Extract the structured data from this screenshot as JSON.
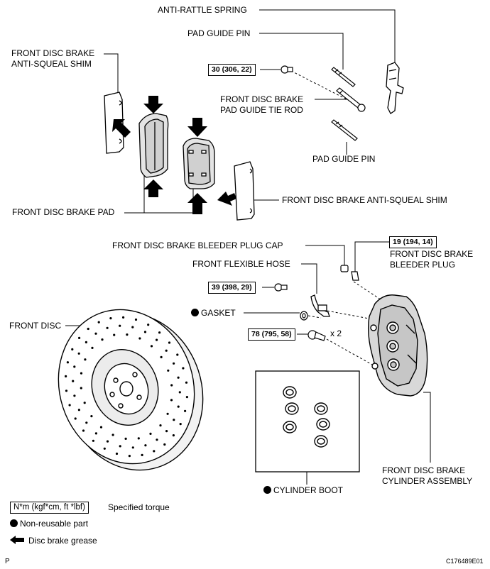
{
  "labels": {
    "anti_rattle_spring": "ANTI-RATTLE SPRING",
    "pad_guide_pin_top": "PAD GUIDE PIN",
    "anti_squeal_shim_left": "FRONT DISC BRAKE\nANTI-SQUEAL SHIM",
    "pad_guide_tie_rod": "FRONT DISC BRAKE\nPAD GUIDE TIE ROD",
    "pad_guide_pin_bottom": "PAD GUIDE PIN",
    "brake_pad": "FRONT DISC BRAKE PAD",
    "anti_squeal_shim_right": "FRONT DISC BRAKE ANTI-SQUEAL SHIM",
    "bleeder_plug_cap": "FRONT DISC BRAKE BLEEDER PLUG CAP",
    "bleeder_plug": "FRONT DISC BRAKE\nBLEEDER PLUG",
    "flexible_hose": "FRONT FLEXIBLE HOSE",
    "gasket": "GASKET",
    "front_disc": "FRONT DISC",
    "cylinder_boot": "CYLINDER BOOT",
    "cylinder_assembly": "FRONT DISC BRAKE\nCYLINDER ASSEMBLY",
    "quantity": "x 2"
  },
  "torques": {
    "tie_rod": "30 (306, 22)",
    "bleeder_plug": "19 (194, 14)",
    "flexible_hose": "39 (398, 29)",
    "cylinder_bolt": "78 (795, 58)"
  },
  "legend": {
    "torque_box": "N*m (kgf*cm, ft *lbf)",
    "torque_text": "Specified torque",
    "non_reusable": "Non-reusable part",
    "grease": "Disc brake grease"
  },
  "footer": {
    "page_letter": "P",
    "figure_code": "C176489E01"
  }
}
